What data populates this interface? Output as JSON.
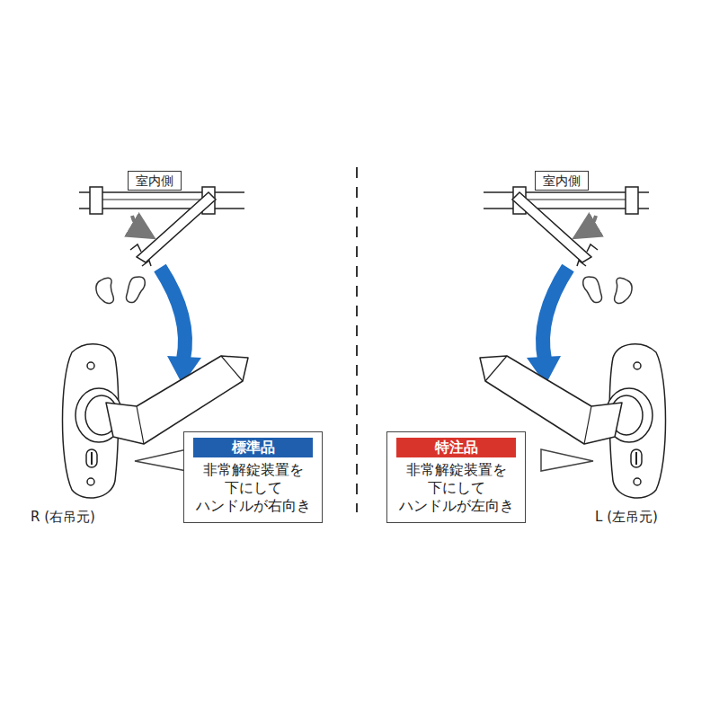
{
  "diagram": {
    "nodes": [
      {
        "text": [
          "室内側"
        ]
      },
      {
        "text": [
          "室内側"
        ]
      },
      {
        "text": [
          "標準品",
          "非常解錠装置を 下にして ハンドルが右向き"
        ]
      },
      {
        "text": [
          "特注品",
          "非常解錠装置を 下にして ハンドルが左向き"
        ]
      }
    ],
    "labels": [
      "R (右吊元)",
      "L (左吊元)"
    ]
  }
}
